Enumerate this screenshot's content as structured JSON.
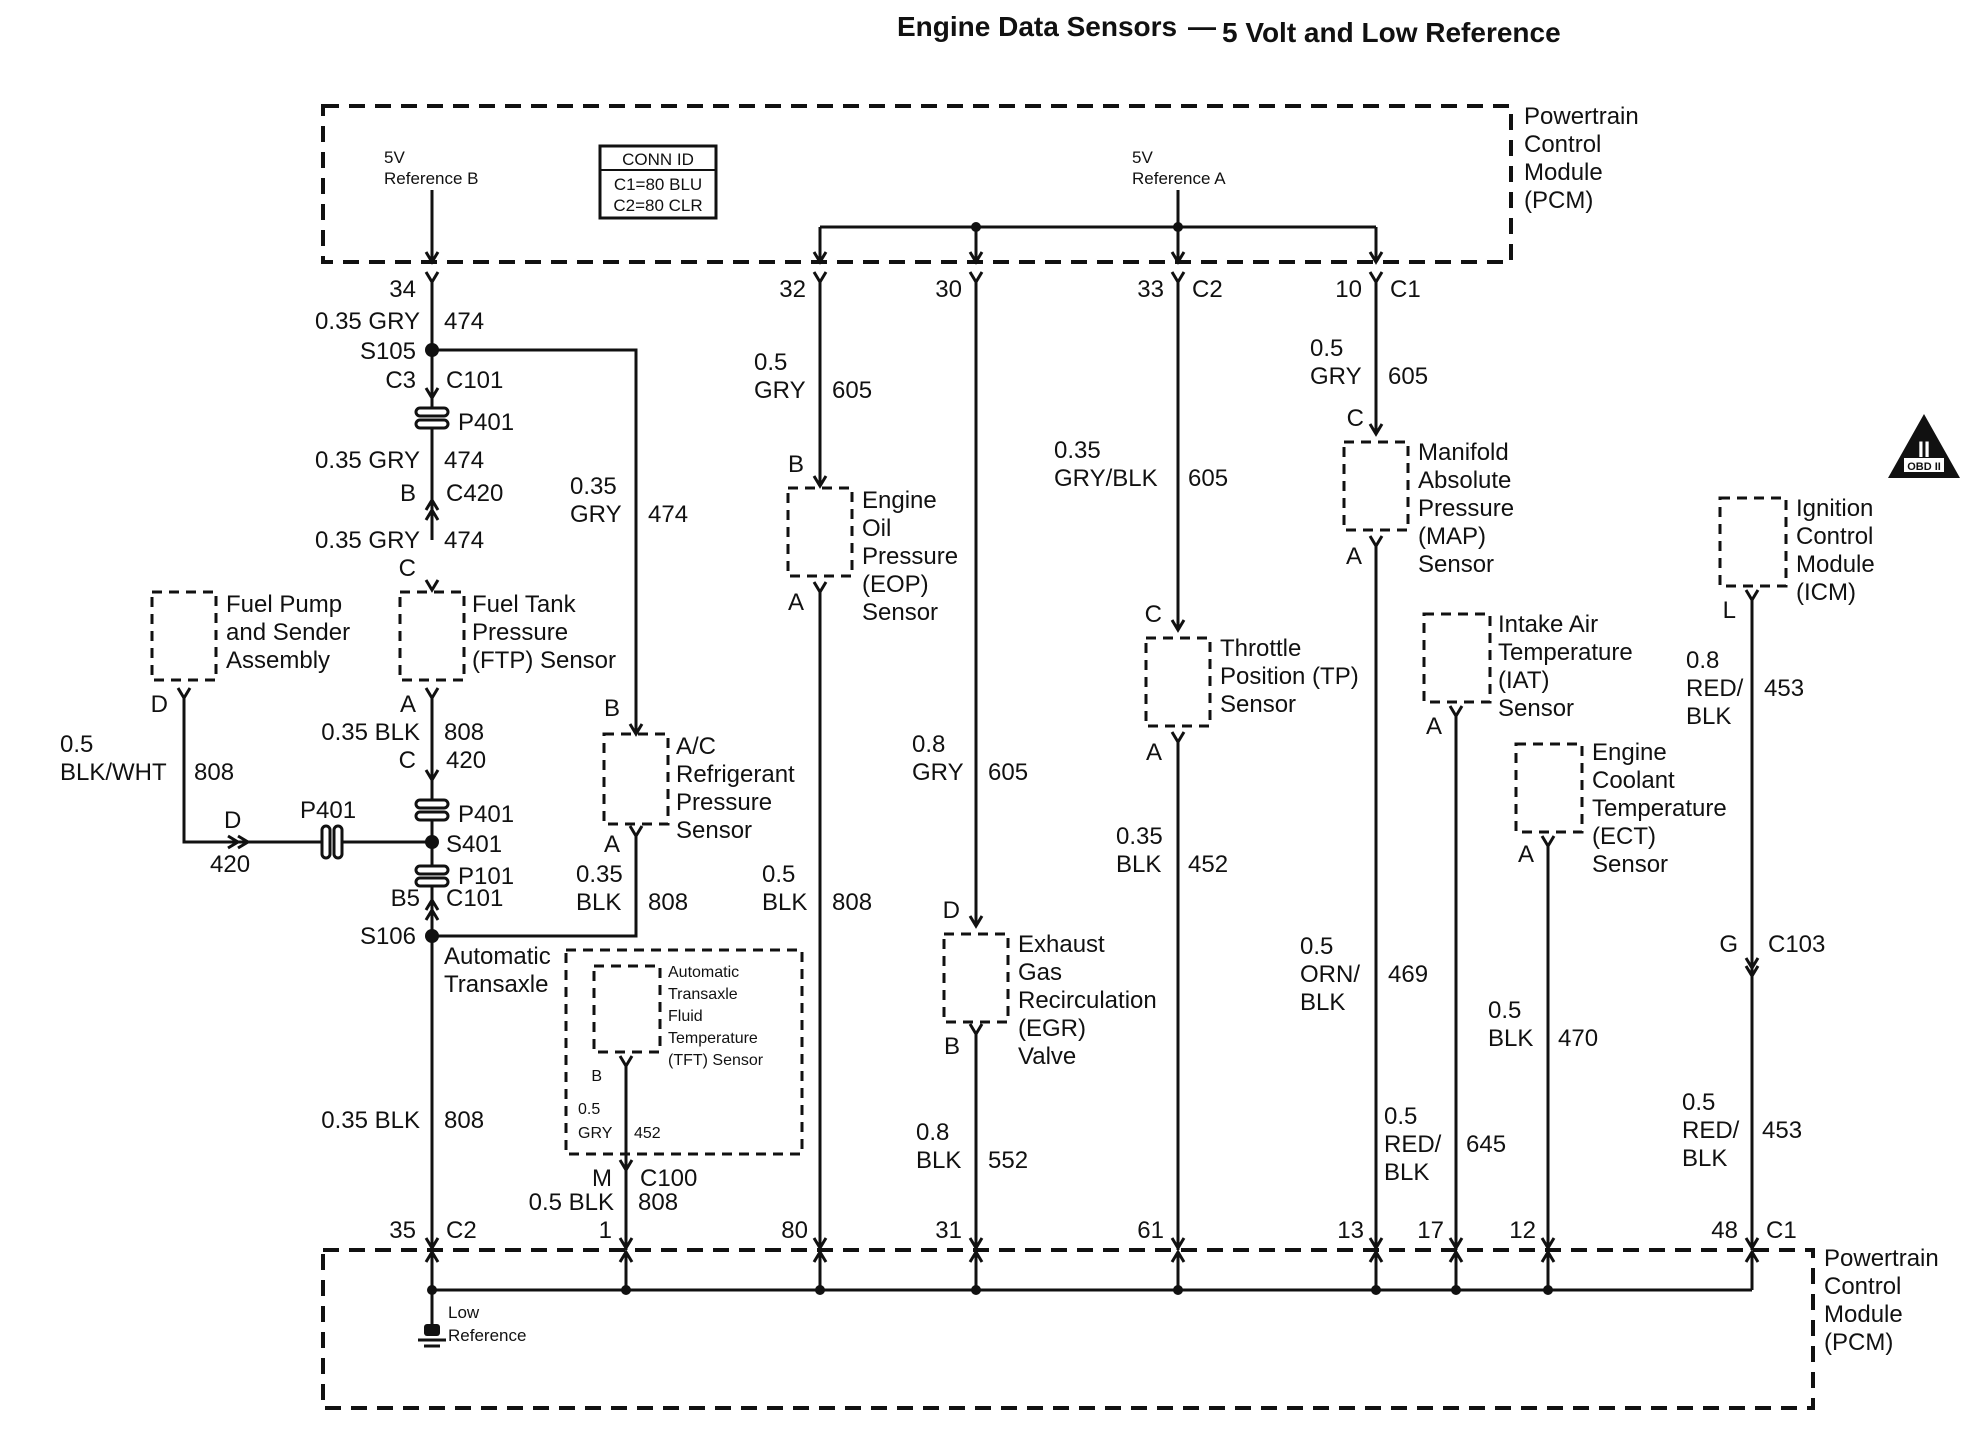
{
  "title": {
    "main": "Engine Data Sensors",
    "sub": "5 Volt and Low Reference"
  },
  "pcm_top": {
    "name_lines": [
      "Powertrain",
      "Control",
      "Module",
      "(PCM)"
    ],
    "ref_b": [
      "5V",
      "Reference B"
    ],
    "ref_a": [
      "5V",
      "Reference A"
    ],
    "conn_id": [
      "CONN ID",
      "C1=80 BLU",
      "C2=80 CLR"
    ]
  },
  "pcm_bottom": {
    "name_lines": [
      "Powertrain",
      "Control",
      "Module",
      "(PCM)"
    ],
    "low_ref": [
      "Low",
      "Reference"
    ]
  },
  "obd_badge": {
    "numeral": "II",
    "text": "OBD II"
  },
  "top_pins": {
    "p34": "34",
    "p32": "32",
    "p30": "30",
    "p33": "33",
    "c2": "C2",
    "p10": "10",
    "c1": "C1"
  },
  "bottom_pins": {
    "p35": "35",
    "c2": "C2",
    "p1": "1",
    "p80": "80",
    "p31": "31",
    "p61": "61",
    "p13": "13",
    "p17": "17",
    "p12": "12",
    "p48": "48",
    "c1": "C1"
  },
  "left_branch": {
    "w1": [
      "0.35 GRY",
      "474"
    ],
    "s105": "S105",
    "c3": "C3",
    "c101a": "C101",
    "p401a": "P401",
    "w2": [
      "0.35 GRY",
      "474"
    ],
    "b_c420": "B",
    "c420": "C420",
    "w3": [
      "0.35 GRY",
      "474"
    ],
    "ftp_c": "C",
    "ftp_name": [
      "Fuel Tank",
      "Pressure",
      "(FTP) Sensor"
    ],
    "ftp_a": "A",
    "w4": [
      "0.35 BLK",
      "808"
    ],
    "c_lower": "C",
    "n420": "420",
    "p401b": "P401",
    "s401": "S401",
    "p101": "P101",
    "b5": "B5",
    "c101b": "C101",
    "s106": "S106",
    "w5": [
      "0.35 BLK",
      "808"
    ]
  },
  "fuel_pump": {
    "name": [
      "Fuel Pump",
      "and Sender",
      "Assembly"
    ],
    "pin_d": "D",
    "wire_gauge": "0.5",
    "wire_color": "BLK/WHT",
    "wire_circuit": "808",
    "conn_d": "D",
    "conn_circuit": "420",
    "p401": "P401"
  },
  "ac_sensor": {
    "name": [
      "A/C",
      "Refrigerant",
      "Pressure",
      "Sensor"
    ],
    "pin_b": "B",
    "pin_a": "A",
    "wire_top": [
      "0.35",
      "GRY",
      "474"
    ],
    "wire_bot": [
      "0.35",
      "BLK",
      "808"
    ]
  },
  "transaxle": {
    "label": [
      "Automatic",
      "Transaxle"
    ],
    "tft_name": [
      "Automatic",
      "Transaxle",
      "Fluid",
      "Temperature",
      "(TFT) Sensor"
    ],
    "pin_b": "B",
    "wire": [
      "0.5",
      "GRY",
      "452"
    ],
    "pin_m": "M",
    "c100": "C100",
    "low_wire": [
      "0.5 BLK",
      "808"
    ]
  },
  "eop": {
    "wire_top": [
      "0.5",
      "GRY",
      "605"
    ],
    "pin_b": "B",
    "name": [
      "Engine",
      "Oil",
      "Pressure",
      "(EOP)",
      "Sensor"
    ],
    "pin_a": "A",
    "wire_bot": [
      "0.5",
      "BLK",
      "808"
    ]
  },
  "egr": {
    "wire_top": [
      "0.8",
      "GRY",
      "605"
    ],
    "pin_d": "D",
    "name": [
      "Exhaust",
      "Gas",
      "Recirculation",
      "(EGR)",
      "Valve"
    ],
    "pin_b": "B",
    "wire_bot": [
      "0.8",
      "BLK",
      "552"
    ]
  },
  "tp": {
    "wire_top": [
      "0.35",
      "GRY/BLK",
      "605"
    ],
    "pin_c": "C",
    "name": [
      "Throttle",
      "Position (TP)",
      "Sensor"
    ],
    "pin_a": "A",
    "wire_bot": [
      "0.35",
      "BLK",
      "452"
    ]
  },
  "map": {
    "wire_top": [
      "0.5",
      "GRY",
      "605"
    ],
    "pin_c": "C",
    "name": [
      "Manifold",
      "Absolute",
      "Pressure",
      "(MAP)",
      "Sensor"
    ],
    "pin_a": "A",
    "wire_bot": [
      "0.5",
      "ORN/",
      "BLK",
      "469"
    ]
  },
  "iat": {
    "name": [
      "Intake Air",
      "Temperature",
      "(IAT)",
      "Sensor"
    ],
    "pin_a": "A",
    "wire_bot": [
      "0.5",
      "RED/",
      "BLK",
      "645"
    ]
  },
  "ect": {
    "name": [
      "Engine",
      "Coolant",
      "Temperature",
      "(ECT)",
      "Sensor"
    ],
    "pin_a": "A",
    "wire_bot": [
      "0.5",
      "BLK",
      "470"
    ]
  },
  "icm": {
    "name": [
      "Ignition",
      "Control",
      "Module",
      "(ICM)"
    ],
    "pin_l": "L",
    "wire_top": [
      "0.8",
      "RED/",
      "BLK",
      "453"
    ],
    "pin_g": "G",
    "c103": "C103",
    "wire_bot": [
      "0.5",
      "RED/",
      "BLK",
      "453"
    ]
  }
}
